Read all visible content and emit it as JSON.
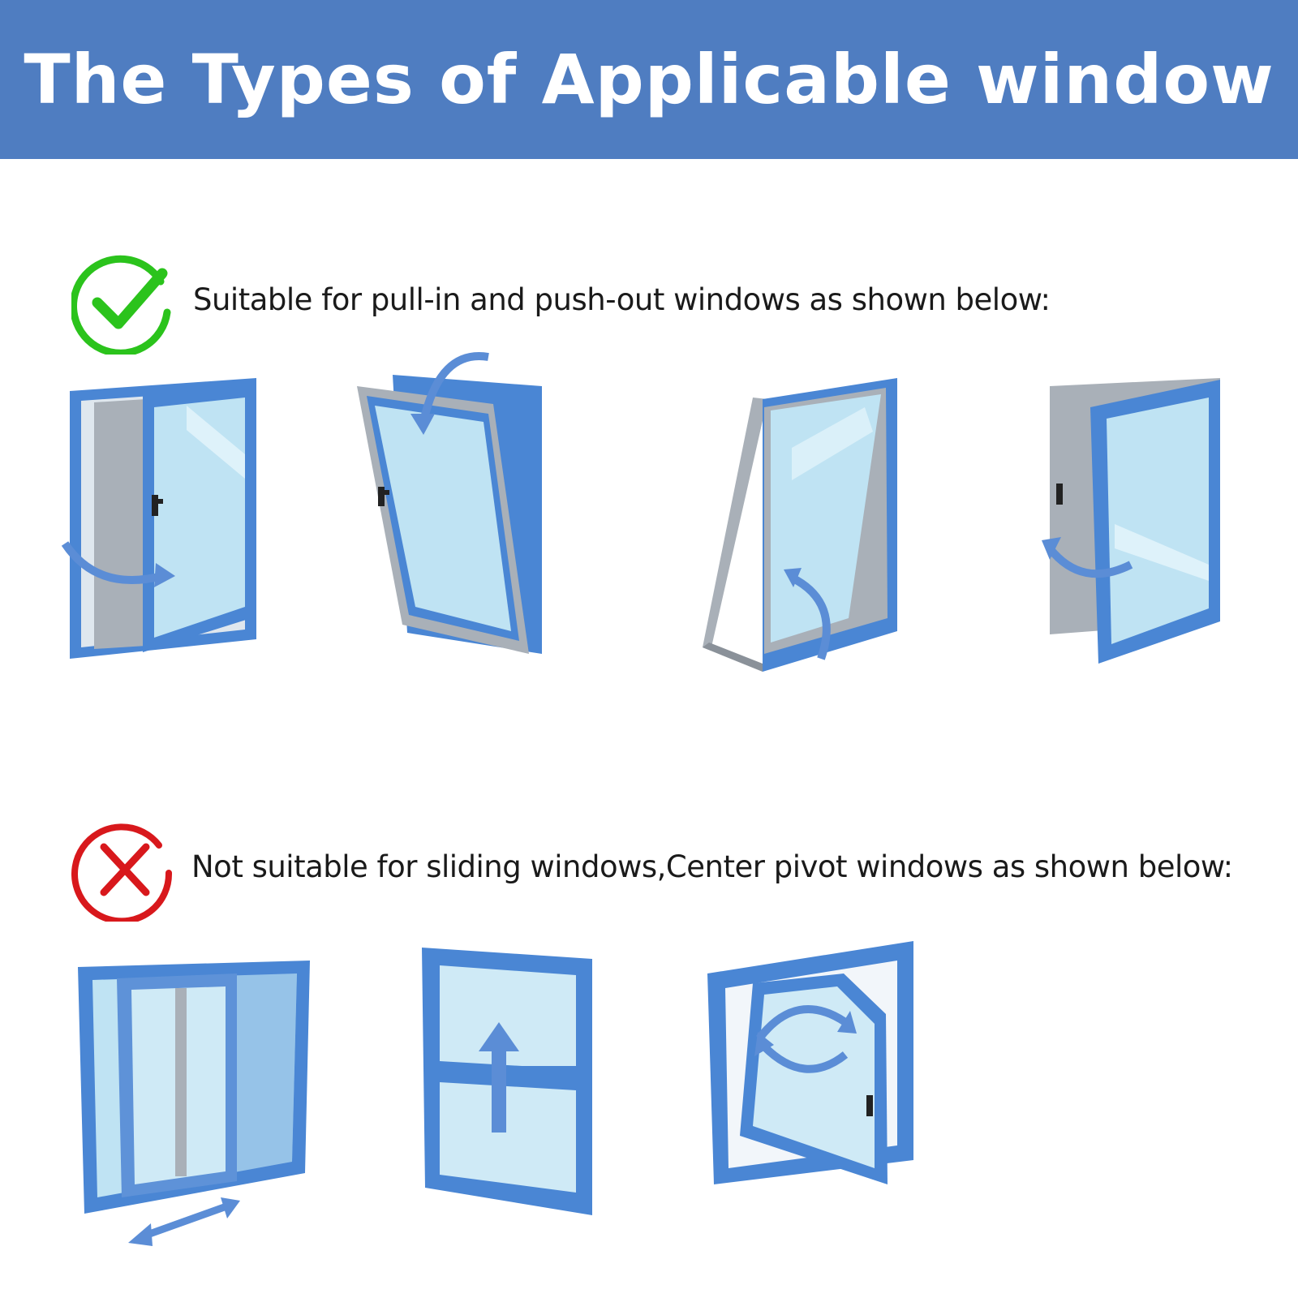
{
  "header": {
    "title": "The Types of Applicable window",
    "background": "#4f7dc1"
  },
  "suitable": {
    "icon": "green-check-circle-icon",
    "color": "#2bc31c",
    "text": "Suitable for pull-in and push-out windows as shown below:",
    "windows": [
      {
        "icon": "side-hung-inward-window-icon"
      },
      {
        "icon": "bottom-hung-tilt-window-icon"
      },
      {
        "icon": "top-hung-awning-window-icon"
      },
      {
        "icon": "side-hung-outward-window-icon"
      }
    ]
  },
  "not_suitable": {
    "icon": "red-cross-circle-icon",
    "color": "#d8181c",
    "text": "Not suitable for sliding windows,Center pivot windows as shown below:",
    "windows": [
      {
        "icon": "horizontal-sliding-window-icon"
      },
      {
        "icon": "vertical-sliding-window-icon"
      },
      {
        "icon": "center-pivot-window-icon"
      }
    ]
  },
  "colors": {
    "frame_blue": "#4a86d4",
    "frame_gray": "#a9b0b8",
    "glass": "#bfe3f3",
    "arrow": "#5b8dd6"
  }
}
